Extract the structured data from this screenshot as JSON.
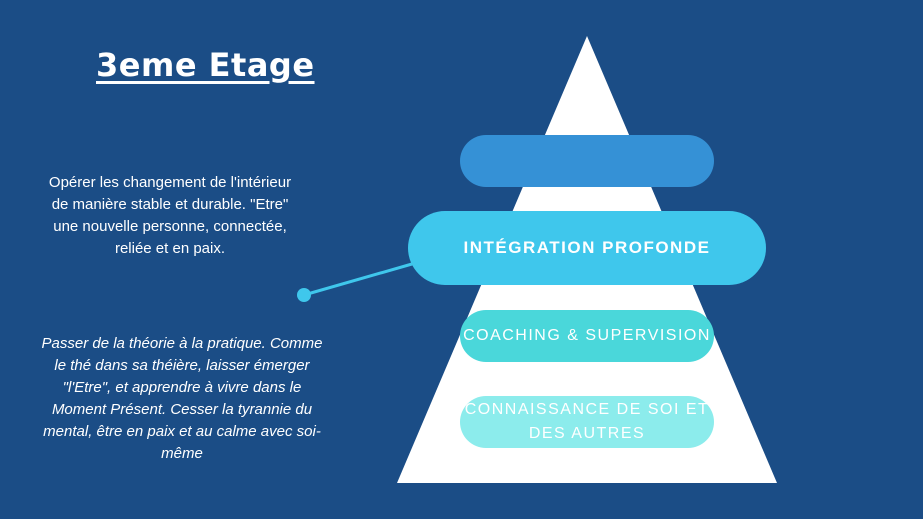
{
  "title": "3eme Etage",
  "description": "Opérer les changement de l'intérieur de manière stable et durable. \"Etre\" une nouvelle personne, connectée, reliée et en paix.",
  "quote": "Passer de la théorie à la pratique. Comme le thé dans sa théière, laisser émerger \"l'Etre\", et apprendre à vivre dans le Moment Présent. Cesser la tyrannie du mental, être en paix et au calme avec soi-même",
  "pyramid": {
    "levels": [
      {
        "label": ""
      },
      {
        "label": "Intégration profonde"
      },
      {
        "label": "Coaching & supervision"
      },
      {
        "label": "Connaissance de soi et des autres"
      }
    ]
  },
  "colors": {
    "background": "#1b4d86",
    "pyramid": "#ffffff",
    "level_top": "#3591d6",
    "level_integration": "#3fc7ec",
    "level_coaching": "#4ad7da",
    "level_connaissance": "#8cecec",
    "connector": "#3fc7ec"
  }
}
